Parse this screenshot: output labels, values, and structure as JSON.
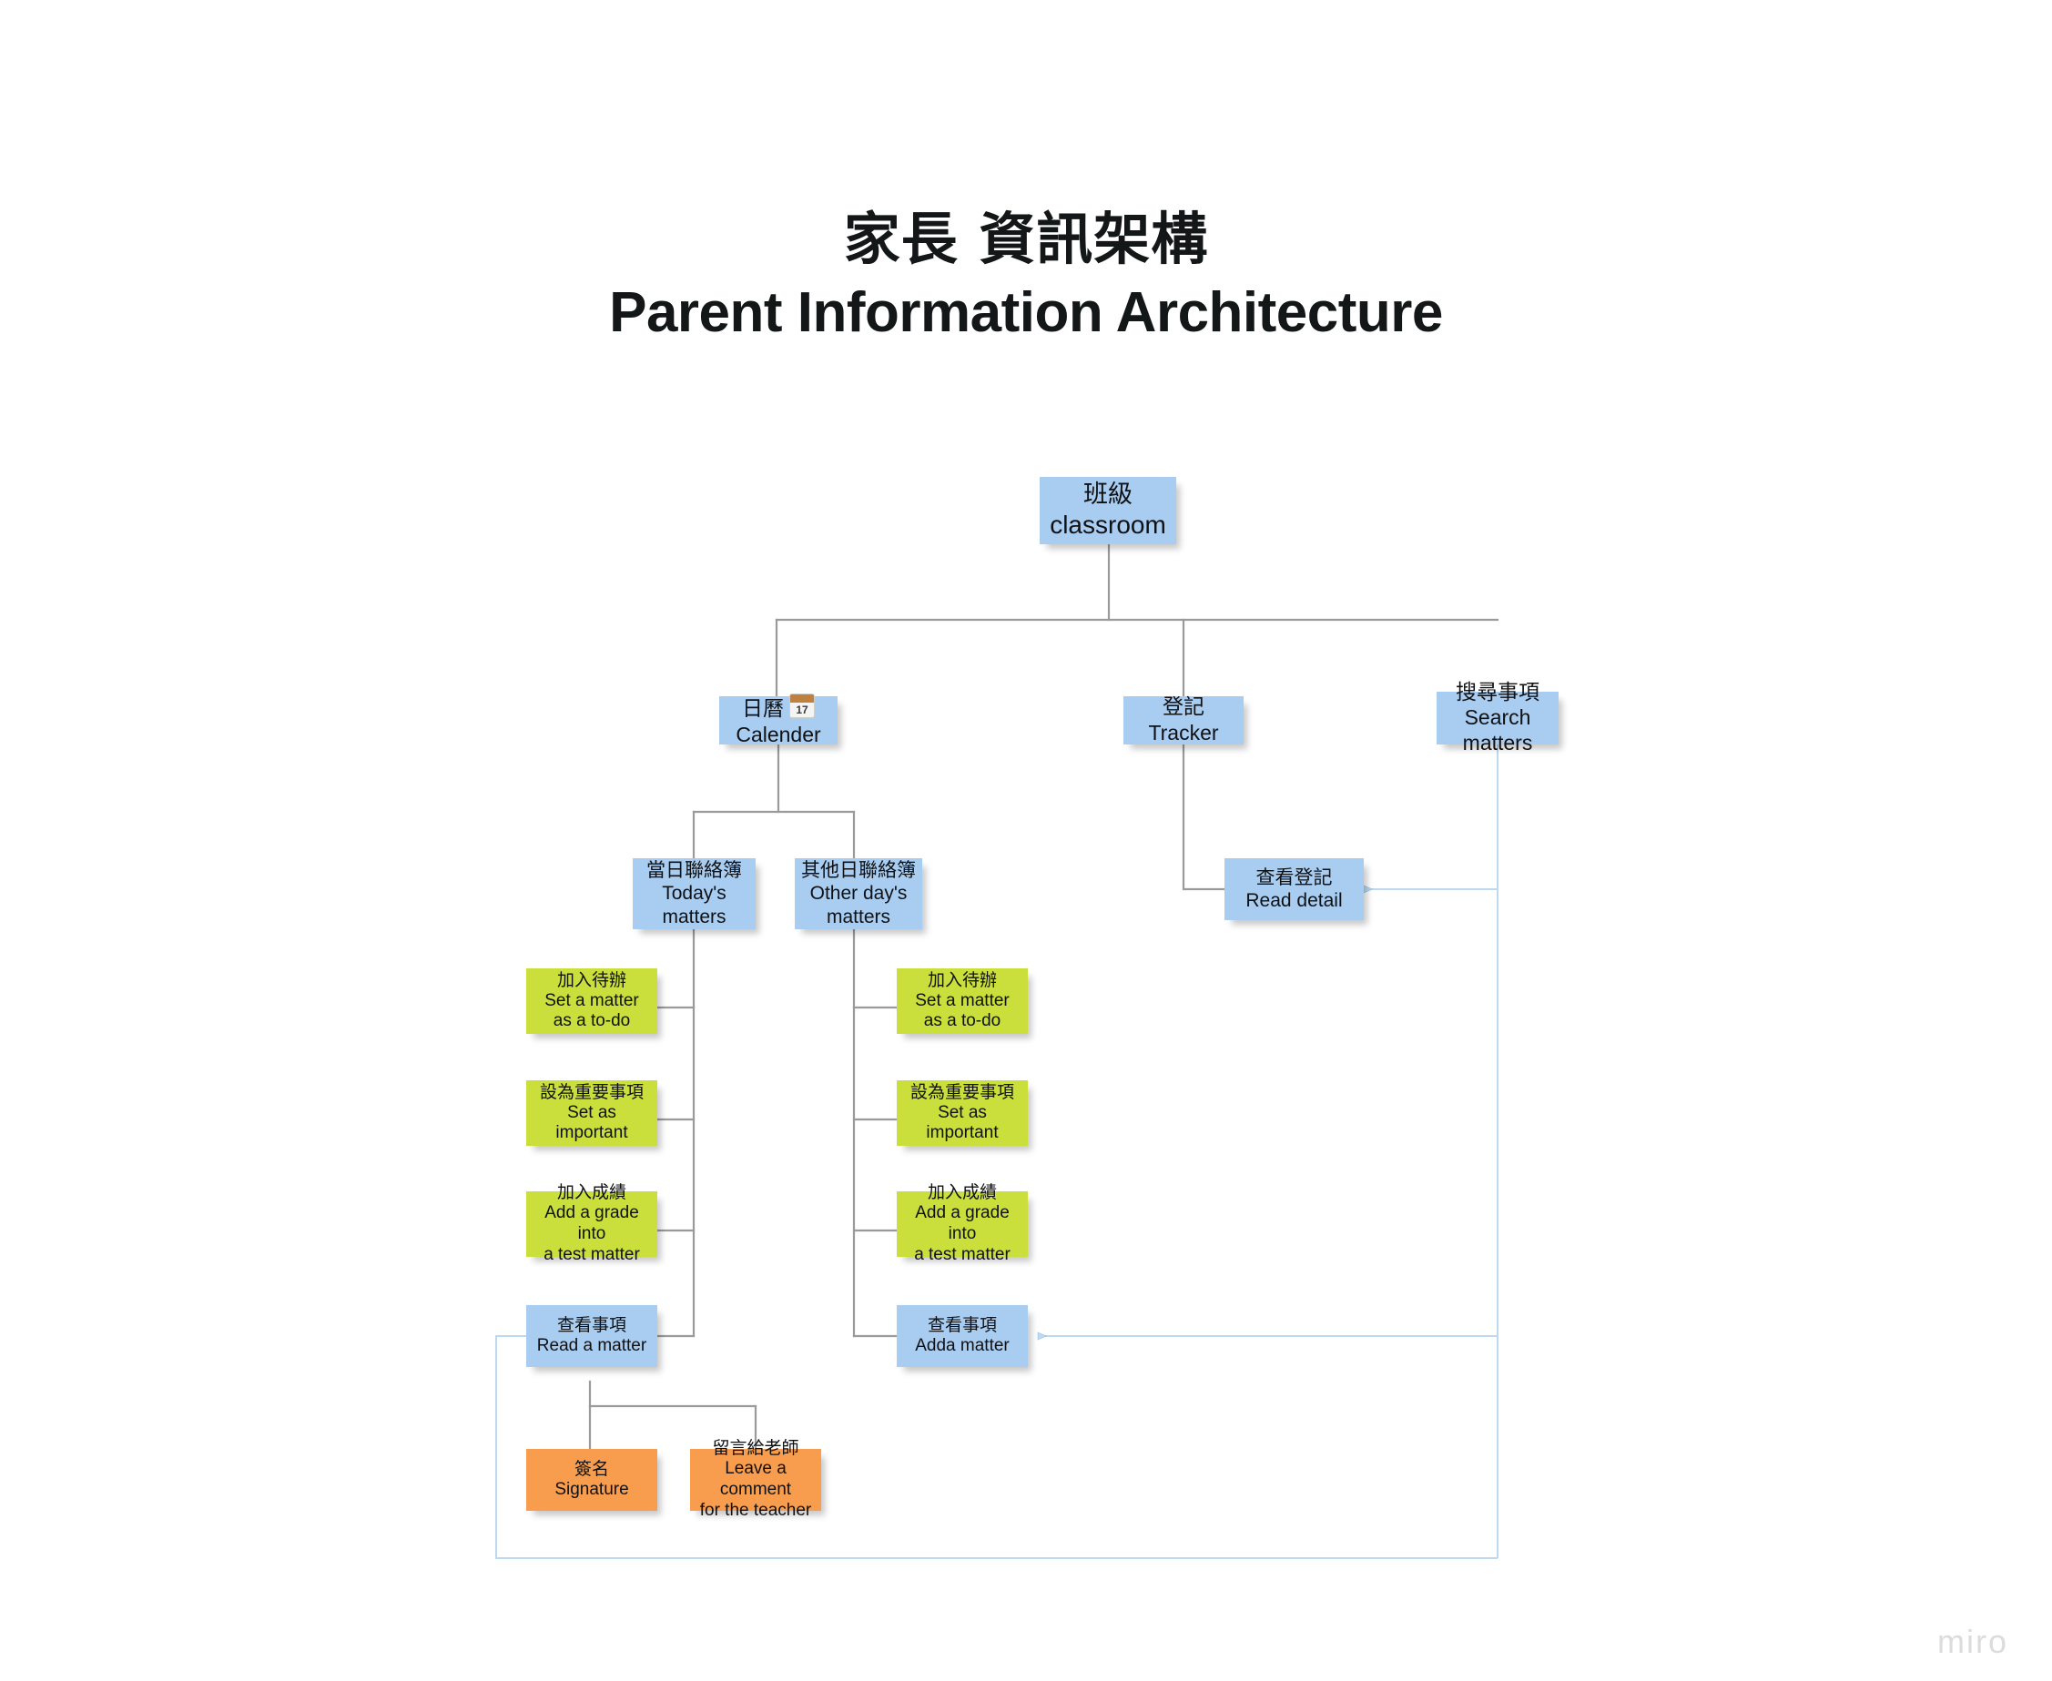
{
  "page": {
    "title_zh": "家長 資訊架構",
    "title_en": "Parent Information Architecture",
    "watermark": "miro",
    "background": "#ffffff"
  },
  "colors": {
    "blue": "#a8cdf0",
    "green": "#cbdf3c",
    "orange": "#f79d4d",
    "connector_gray": "#9a9a9a",
    "connector_blue": "#b9d6ef",
    "text": "#101114"
  },
  "nodes": {
    "classroom": {
      "zh": "班級",
      "en": "classroom",
      "color": "blue"
    },
    "calendar": {
      "zh": "日曆",
      "en": "Calender",
      "emoji_day": "17",
      "color": "blue"
    },
    "tracker": {
      "zh": "登記",
      "en": "Tracker",
      "color": "blue"
    },
    "search": {
      "zh": "搜尋事項",
      "en": "Search",
      "en2": "matters",
      "color": "blue"
    },
    "today": {
      "zh": "當日聯絡簿",
      "en": "Today's",
      "en2": "matters",
      "color": "blue"
    },
    "otherday": {
      "zh": "其他日聯絡簿",
      "en": "Other day's",
      "en2": "matters",
      "color": "blue"
    },
    "read_detail": {
      "zh": "查看登記",
      "en": "Read detail",
      "color": "blue"
    },
    "today_todo": {
      "zh": "加入待辦",
      "en": "Set a matter",
      "en2": "as a to-do",
      "color": "green"
    },
    "today_important": {
      "zh": "設為重要事項",
      "en": "Set as",
      "en2": "important",
      "color": "green"
    },
    "today_grade": {
      "zh": "加入成績",
      "en": "Add a grade into",
      "en2": "a test matter",
      "color": "green"
    },
    "today_read": {
      "zh": "查看事項",
      "en": "Read a matter",
      "color": "blue"
    },
    "other_todo": {
      "zh": "加入待辦",
      "en": "Set a matter",
      "en2": "as a to-do",
      "color": "green"
    },
    "other_important": {
      "zh": "設為重要事項",
      "en": "Set as",
      "en2": "important",
      "color": "green"
    },
    "other_grade": {
      "zh": "加入成績",
      "en": "Add a grade into",
      "en2": "a test matter",
      "color": "green"
    },
    "other_add": {
      "zh": "查看事項",
      "en": "Adda matter",
      "color": "blue"
    },
    "signature": {
      "zh": "簽名",
      "en": "Signature",
      "color": "orange"
    },
    "comment": {
      "zh": "留言給老師",
      "en": "Leave a comment",
      "en2": "for the teacher",
      "color": "orange"
    }
  },
  "edges": [
    {
      "from": "classroom",
      "to": "calendar",
      "style": "tree"
    },
    {
      "from": "classroom",
      "to": "tracker",
      "style": "tree"
    },
    {
      "from": "classroom",
      "to": "search",
      "style": "tree"
    },
    {
      "from": "calendar",
      "to": "today",
      "style": "tree"
    },
    {
      "from": "calendar",
      "to": "otherday",
      "style": "tree"
    },
    {
      "from": "tracker",
      "to": "read_detail",
      "style": "tree"
    },
    {
      "from": "today",
      "to": "today_todo",
      "style": "tree"
    },
    {
      "from": "today",
      "to": "today_important",
      "style": "tree"
    },
    {
      "from": "today",
      "to": "today_grade",
      "style": "tree"
    },
    {
      "from": "today",
      "to": "today_read",
      "style": "tree"
    },
    {
      "from": "otherday",
      "to": "other_todo",
      "style": "tree"
    },
    {
      "from": "otherday",
      "to": "other_important",
      "style": "tree"
    },
    {
      "from": "otherday",
      "to": "other_grade",
      "style": "tree"
    },
    {
      "from": "otherday",
      "to": "other_add",
      "style": "tree"
    },
    {
      "from": "today_read",
      "to": "signature",
      "style": "tree"
    },
    {
      "from": "today_read",
      "to": "comment",
      "style": "tree"
    },
    {
      "from": "search",
      "to": "read_detail",
      "style": "arrow"
    },
    {
      "from": "search",
      "to": "other_add",
      "style": "arrow"
    },
    {
      "from": "search",
      "to": "today_read",
      "style": "arrow"
    }
  ]
}
